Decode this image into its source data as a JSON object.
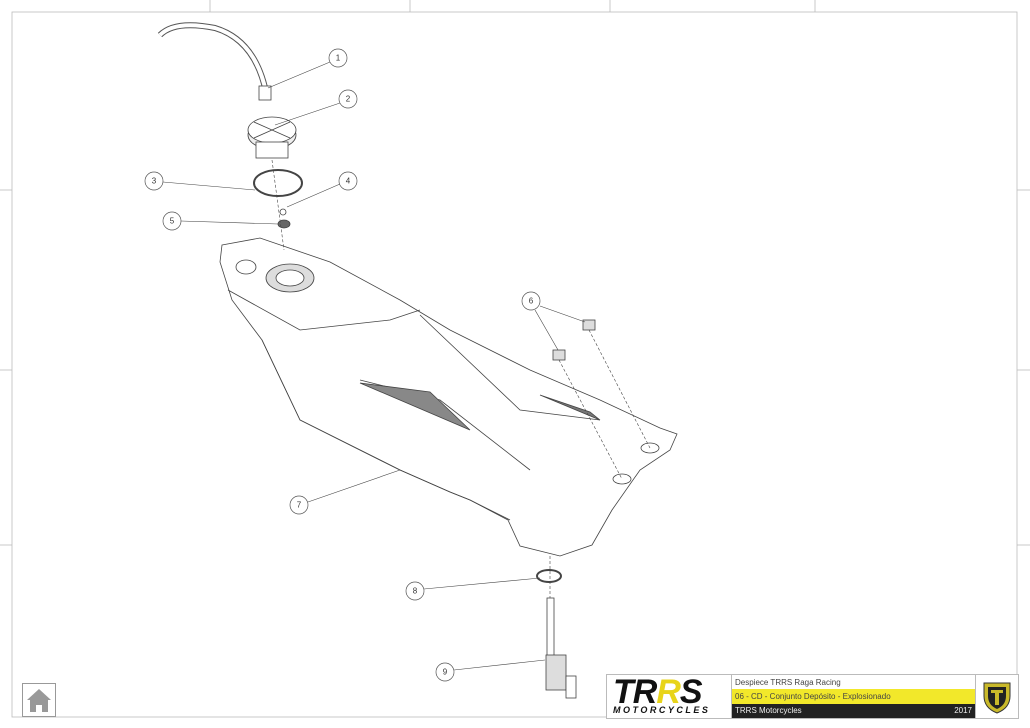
{
  "callouts": [
    "1",
    "2",
    "3",
    "4",
    "5",
    "6",
    "7",
    "8",
    "9"
  ],
  "title_block": {
    "logo_main": "TRRS",
    "logo_sub": "MOTORCYCLES",
    "line1": "Despiece TRRS Raga Racing",
    "line2": "06 - CD - Conjunto Depósito - Explosionado",
    "line3": "TRRS Motorcycles",
    "year": "2017"
  },
  "colors": {
    "accent": "#f2e82a",
    "dark": "#222222"
  }
}
